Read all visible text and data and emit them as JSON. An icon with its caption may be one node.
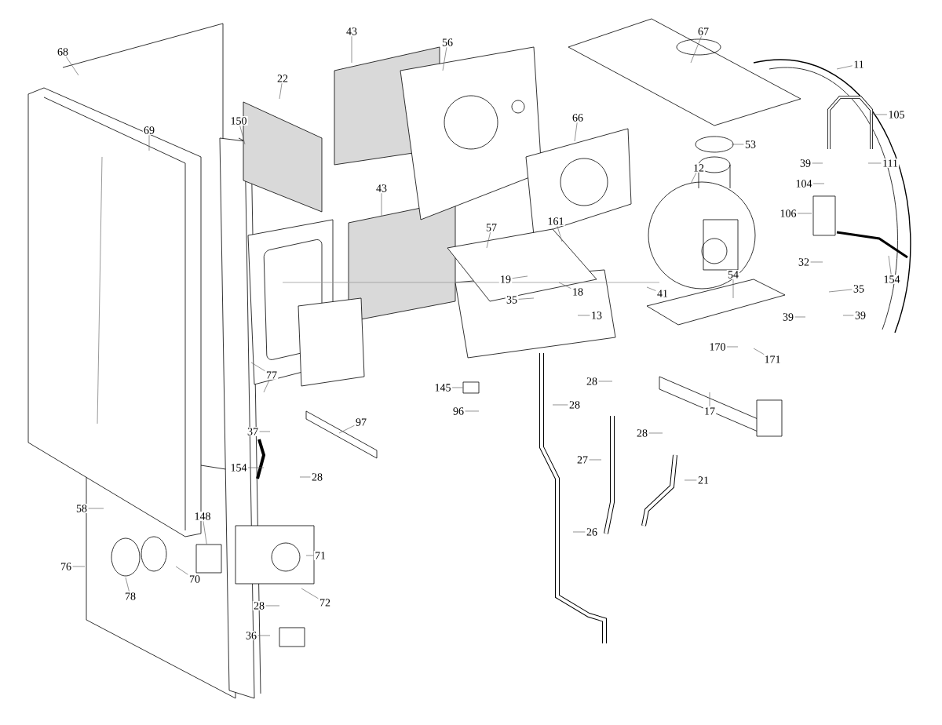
{
  "diagram": {
    "nodes": [
      {
        "text": [
          "67"
        ]
      },
      {
        "text": [
          "43"
        ]
      },
      {
        "text": [
          "56"
        ]
      },
      {
        "text": [
          "68"
        ]
      },
      {
        "text": [
          "11"
        ]
      },
      {
        "text": [
          "22"
        ]
      },
      {
        "text": [
          "105"
        ]
      },
      {
        "text": [
          "66"
        ]
      },
      {
        "text": [
          "150"
        ]
      },
      {
        "text": [
          "69"
        ]
      },
      {
        "text": [
          "53"
        ]
      },
      {
        "text": [
          "12"
        ]
      },
      {
        "text": [
          "39"
        ]
      },
      {
        "text": [
          "111"
        ]
      },
      {
        "text": [
          "104"
        ]
      },
      {
        "text": [
          "43"
        ]
      },
      {
        "text": [
          "106"
        ]
      },
      {
        "text": [
          "161"
        ]
      },
      {
        "text": [
          "57"
        ]
      },
      {
        "text": [
          "32"
        ]
      },
      {
        "text": [
          "54"
        ]
      },
      {
        "text": [
          "19"
        ]
      },
      {
        "text": [
          "154"
        ]
      },
      {
        "text": [
          "35"
        ]
      },
      {
        "text": [
          "18"
        ]
      },
      {
        "text": [
          "41"
        ]
      },
      {
        "text": [
          "35"
        ]
      },
      {
        "text": [
          "13"
        ]
      },
      {
        "text": [
          "39"
        ]
      },
      {
        "text": [
          "39"
        ]
      },
      {
        "text": [
          "170"
        ]
      },
      {
        "text": [
          "171"
        ]
      },
      {
        "text": [
          "77"
        ]
      },
      {
        "text": [
          "28"
        ]
      },
      {
        "text": [
          "145"
        ]
      },
      {
        "text": [
          "28"
        ]
      },
      {
        "text": [
          "96"
        ]
      },
      {
        "text": [
          "17"
        ]
      },
      {
        "text": [
          "97"
        ]
      },
      {
        "text": [
          "37"
        ]
      },
      {
        "text": [
          "28"
        ]
      },
      {
        "text": [
          "27"
        ]
      },
      {
        "text": [
          "154"
        ]
      },
      {
        "text": [
          "28"
        ]
      },
      {
        "text": [
          "21"
        ]
      },
      {
        "text": [
          "58"
        ]
      },
      {
        "text": [
          "148"
        ]
      },
      {
        "text": [
          "26"
        ]
      },
      {
        "text": [
          "71"
        ]
      },
      {
        "text": [
          "76"
        ]
      },
      {
        "text": [
          "70"
        ]
      },
      {
        "text": [
          "78"
        ]
      },
      {
        "text": [
          "72"
        ]
      },
      {
        "text": [
          "28"
        ]
      },
      {
        "text": [
          "36"
        ]
      },
      {
        "text": [],
        "shape": "box"
      },
      {
        "text": [],
        "shape": "box"
      }
    ],
    "edges": [
      {
        "from": 0,
        "to": null,
        "arrow": "none"
      },
      {
        "from": 1,
        "to": null,
        "arrow": "none"
      },
      {
        "from": 2,
        "to": null,
        "arrow": "none"
      },
      {
        "from": 3,
        "to": null,
        "arrow": "none"
      },
      {
        "from": 4,
        "to": null,
        "arrow": "none"
      },
      {
        "from": 5,
        "to": null,
        "arrow": "none"
      },
      {
        "from": 6,
        "to": null,
        "arrow": "none"
      },
      {
        "from": 7,
        "to": null,
        "arrow": "none"
      },
      {
        "from": 8,
        "to": null,
        "arrow": "none"
      },
      {
        "from": 9,
        "to": null,
        "arrow": "none"
      },
      {
        "from": 10,
        "to": null,
        "arrow": "none"
      },
      {
        "from": 11,
        "to": null,
        "arrow": "none"
      },
      {
        "from": 12,
        "to": null,
        "arrow": "none"
      },
      {
        "from": 13,
        "to": null,
        "arrow": "none"
      },
      {
        "from": 14,
        "to": null,
        "arrow": "none"
      },
      {
        "from": 15,
        "to": null,
        "arrow": "none"
      },
      {
        "from": 16,
        "to": null,
        "arrow": "none"
      },
      {
        "from": 17,
        "to": null,
        "arrow": "none"
      },
      {
        "from": 18,
        "to": null,
        "arrow": "none"
      },
      {
        "from": 19,
        "to": null,
        "arrow": "none"
      },
      {
        "from": 20,
        "to": null,
        "arrow": "none"
      },
      {
        "from": 21,
        "to": null,
        "arrow": "none"
      },
      {
        "from": 22,
        "to": null,
        "arrow": "none"
      },
      {
        "from": 23,
        "to": null,
        "arrow": "none"
      },
      {
        "from": 24,
        "to": null,
        "arrow": "none"
      },
      {
        "from": 25,
        "to": null,
        "arrow": "none"
      },
      {
        "from": 26,
        "to": null,
        "arrow": "none"
      },
      {
        "from": 27,
        "to": null,
        "arrow": "none"
      },
      {
        "from": 28,
        "to": null,
        "arrow": "none"
      },
      {
        "from": 29,
        "to": null,
        "arrow": "none"
      },
      {
        "from": 30,
        "to": null,
        "arrow": "none"
      },
      {
        "from": 31,
        "to": null,
        "arrow": "none"
      },
      {
        "from": 32,
        "to": null,
        "arrow": "none"
      },
      {
        "from": 32,
        "to": null,
        "arrow": "none"
      },
      {
        "from": 33,
        "to": null,
        "arrow": "none"
      },
      {
        "from": 34,
        "to": 55,
        "arrow": "none"
      },
      {
        "from": 35,
        "to": null,
        "arrow": "none"
      },
      {
        "from": 36,
        "to": null,
        "arrow": "none"
      },
      {
        "from": 37,
        "to": null,
        "arrow": "none"
      },
      {
        "from": 38,
        "to": null,
        "arrow": "none"
      },
      {
        "from": 39,
        "to": null,
        "arrow": "none"
      },
      {
        "from": 40,
        "to": null,
        "arrow": "none"
      },
      {
        "from": 41,
        "to": null,
        "arrow": "none"
      },
      {
        "from": 42,
        "to": null,
        "arrow": "none"
      },
      {
        "from": 43,
        "to": null,
        "arrow": "none"
      },
      {
        "from": 44,
        "to": null,
        "arrow": "none"
      },
      {
        "from": 45,
        "to": null,
        "arrow": "none"
      },
      {
        "from": 46,
        "to": 56,
        "arrow": "none"
      },
      {
        "from": 47,
        "to": null,
        "arrow": "none"
      },
      {
        "from": 48,
        "to": null,
        "arrow": "none"
      },
      {
        "from": 49,
        "to": null,
        "arrow": "none"
      },
      {
        "from": 50,
        "to": null,
        "arrow": "none"
      },
      {
        "from": 51,
        "to": null,
        "arrow": "none"
      },
      {
        "from": 52,
        "to": null,
        "arrow": "none"
      },
      {
        "from": 53,
        "to": null,
        "arrow": "none"
      },
      {
        "from": 54,
        "to": null,
        "arrow": "none"
      }
    ]
  }
}
